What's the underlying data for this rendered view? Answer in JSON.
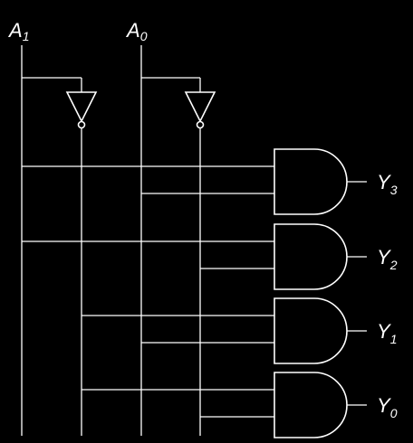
{
  "inputs": [
    {
      "name": "A",
      "sub": "1"
    },
    {
      "name": "A",
      "sub": "0"
    }
  ],
  "outputs": [
    {
      "name": "Y",
      "sub": "3",
      "in_a": "A1",
      "in_b": "A0"
    },
    {
      "name": "Y",
      "sub": "2",
      "in_a": "A1",
      "in_b": "A0_not"
    },
    {
      "name": "Y",
      "sub": "1",
      "in_a": "A1_not",
      "in_b": "A0"
    },
    {
      "name": "Y",
      "sub": "0",
      "in_a": "A1_not",
      "in_b": "A0_not"
    }
  ],
  "colors": {
    "background": "#000000",
    "line": "#ffffff"
  },
  "gate_types": {
    "inverter": "NOT",
    "output": "AND"
  }
}
